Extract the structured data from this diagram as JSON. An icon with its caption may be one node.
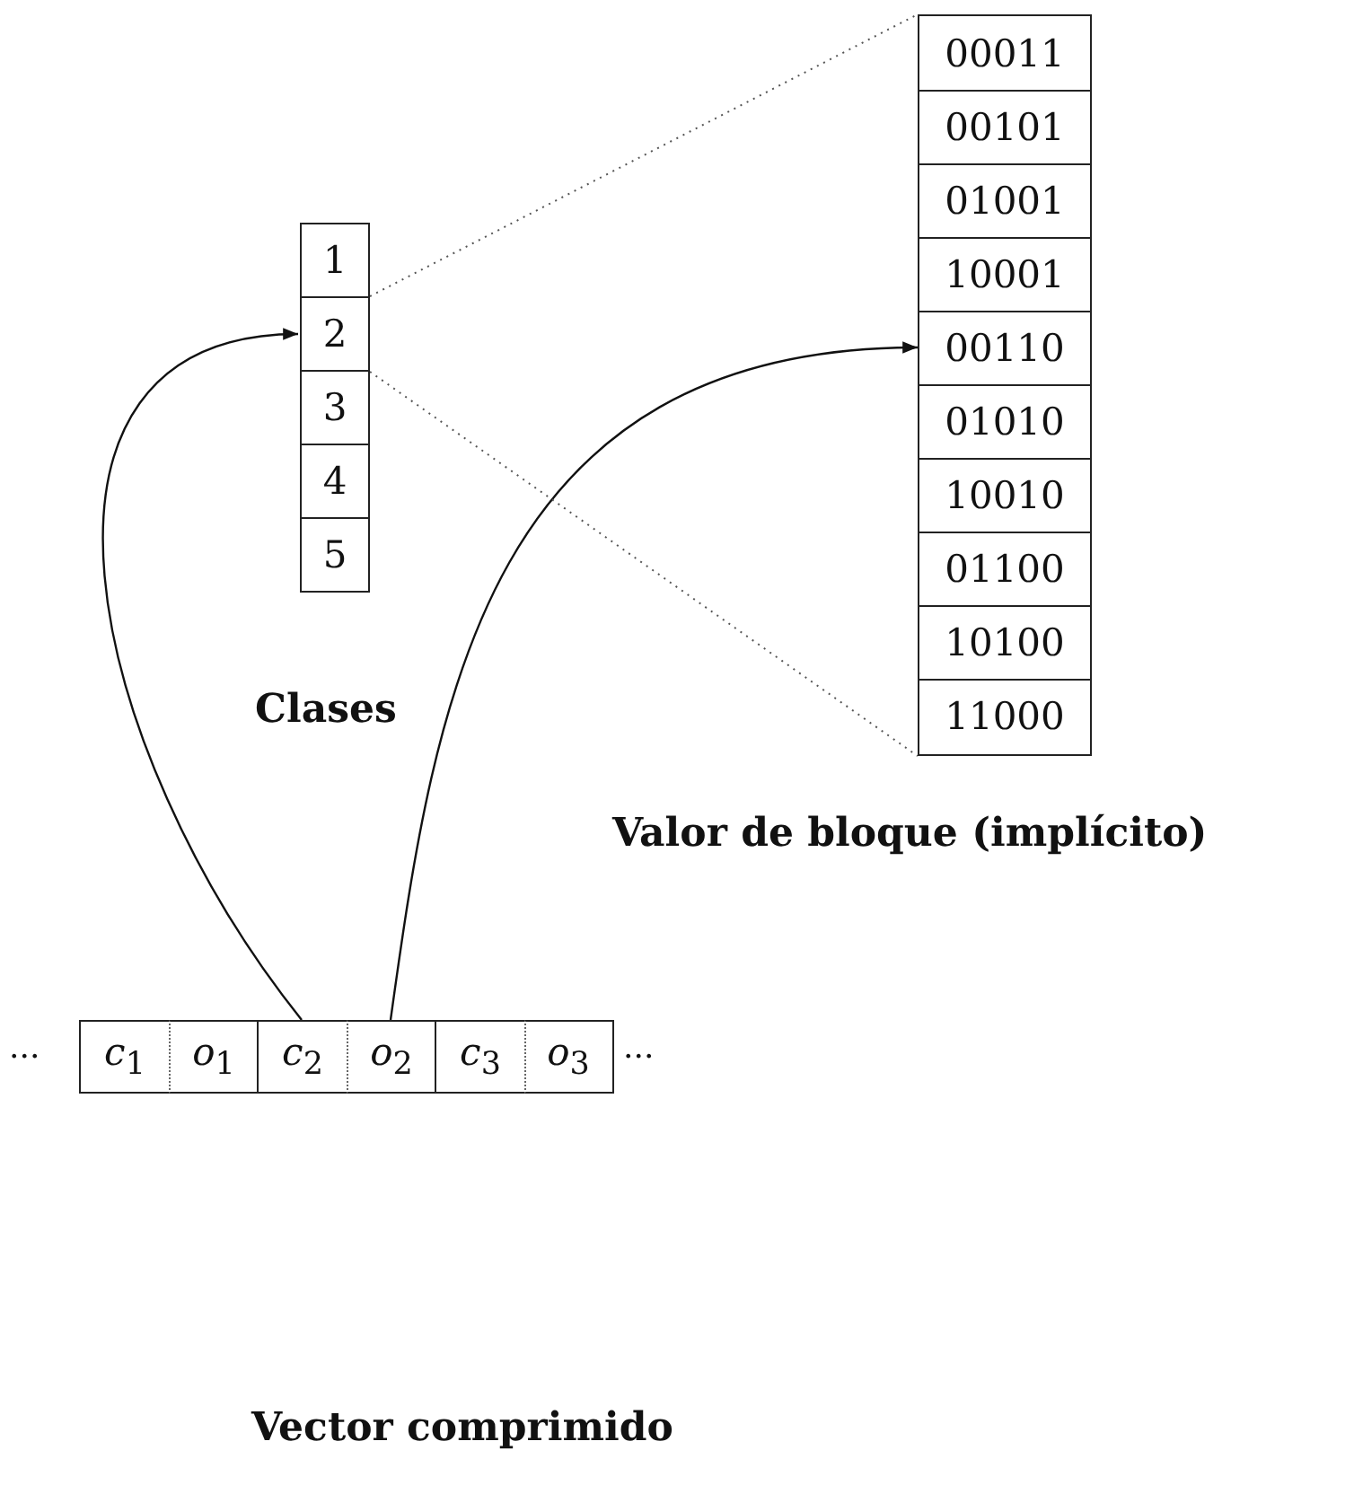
{
  "diagram": {
    "nodes": [
      {
        "text": [
          "1"
        ]
      },
      {
        "text": [
          "2"
        ]
      },
      {
        "text": [
          "3"
        ]
      },
      {
        "text": [
          "4"
        ]
      },
      {
        "text": [
          "5"
        ]
      },
      {
        "text": [],
        "shape": "box"
      },
      {
        "text": [
          "00011"
        ],
        "in": 5
      },
      {
        "text": [
          "00101"
        ],
        "in": 5
      },
      {
        "text": [
          "01001"
        ],
        "in": 5
      },
      {
        "text": [
          "10001"
        ],
        "in": 5
      },
      {
        "text": [
          "00110"
        ],
        "in": 5
      },
      {
        "text": [
          "01010"
        ],
        "in": 5
      },
      {
        "text": [
          "10010"
        ],
        "in": 5
      },
      {
        "text": [
          "01100"
        ],
        "in": 5
      },
      {
        "text": [
          "10100"
        ],
        "in": 5
      },
      {
        "text": [
          "11000"
        ],
        "in": 5
      },
      {
        "text": [
          "*c*$_{1}$"
        ]
      },
      {
        "text": [
          "*o*$_{1}$"
        ]
      },
      {
        "text": [
          "*c*$_{2}$"
        ]
      },
      {
        "text": [
          "*o*$_{2}$"
        ]
      },
      {
        "text": [
          "*c*$_{3}$"
        ]
      },
      {
        "text": [
          "*o*$_{3}$"
        ]
      }
    ],
    "edges": [
      {
        "from": 18,
        "to": 1,
        "arrow": "to"
      },
      {
        "from": 19,
        "to": 10,
        "arrow": "to"
      },
      {
        "from": 1,
        "to": 5,
        "arrow": "none",
        "style": "dashed"
      },
      {
        "from": 1,
        "to": 5,
        "arrow": "none",
        "style": "dashed"
      }
    ],
    "labels": [
      "Clases",
      "Valor de bloque (implícito)",
      "...",
      "...",
      "Vector comprimido"
    ]
  }
}
